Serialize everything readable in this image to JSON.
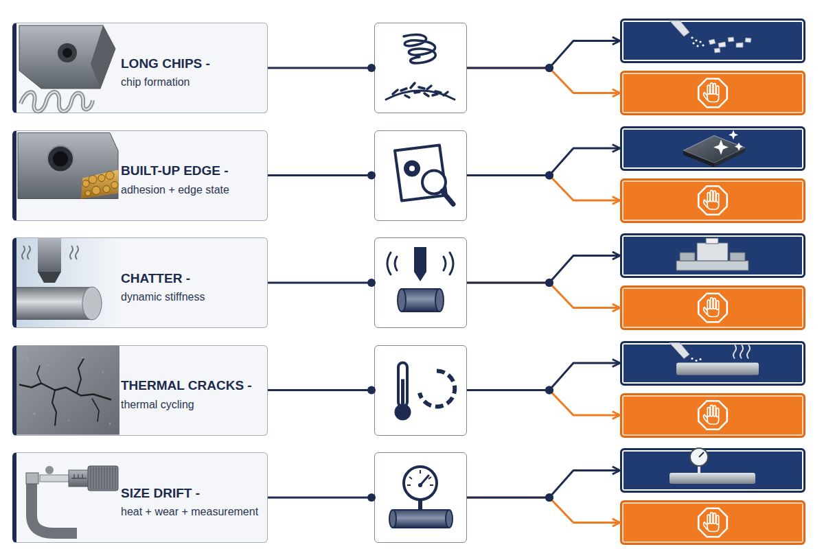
{
  "diagram": {
    "nodes": [
      {
        "text": [
          "LONG CHIPS -",
          "chip formation"
        ]
      },
      {
        "text": []
      },
      {
        "text": []
      },
      {
        "text": []
      },
      {
        "text": [
          "BUILT-UP EDGE -",
          "adhesion + edge state"
        ]
      },
      {
        "text": []
      },
      {
        "text": []
      },
      {
        "text": []
      },
      {
        "text": [
          "CHATTER -",
          "dynamic stiffness"
        ]
      },
      {
        "text": []
      },
      {
        "text": []
      },
      {
        "text": []
      },
      {
        "text": [
          "THERMAL CRACKS -",
          "thermal cycling"
        ]
      },
      {
        "text": []
      },
      {
        "text": []
      },
      {
        "text": []
      },
      {
        "text": [
          "SIZE DRIFT -",
          "heat + wear + measurement"
        ]
      },
      {
        "text": []
      },
      {
        "text": []
      },
      {
        "text": []
      }
    ],
    "edges": [
      {
        "from": 0,
        "to": 1,
        "arrow": "none"
      },
      {
        "from": 1,
        "to": 2,
        "arrow": "to"
      },
      {
        "from": 1,
        "to": 3,
        "arrow": "to"
      },
      {
        "from": 4,
        "to": 5,
        "arrow": "none"
      },
      {
        "from": 5,
        "to": 6,
        "arrow": "to"
      },
      {
        "from": 5,
        "to": 7,
        "arrow": "to"
      },
      {
        "from": 8,
        "to": 9,
        "arrow": "none"
      },
      {
        "from": 9,
        "to": 10,
        "arrow": "to"
      },
      {
        "from": 9,
        "to": 11,
        "arrow": "to"
      },
      {
        "from": 12,
        "to": 13,
        "arrow": "none"
      },
      {
        "from": 13,
        "to": 14,
        "arrow": "to"
      },
      {
        "from": 13,
        "to": 15,
        "arrow": "to"
      },
      {
        "from": 16,
        "to": 17,
        "arrow": "none"
      },
      {
        "from": 17,
        "to": 18,
        "arrow": "to"
      },
      {
        "from": 17,
        "to": 19,
        "arrow": "to"
      }
    ]
  }
}
